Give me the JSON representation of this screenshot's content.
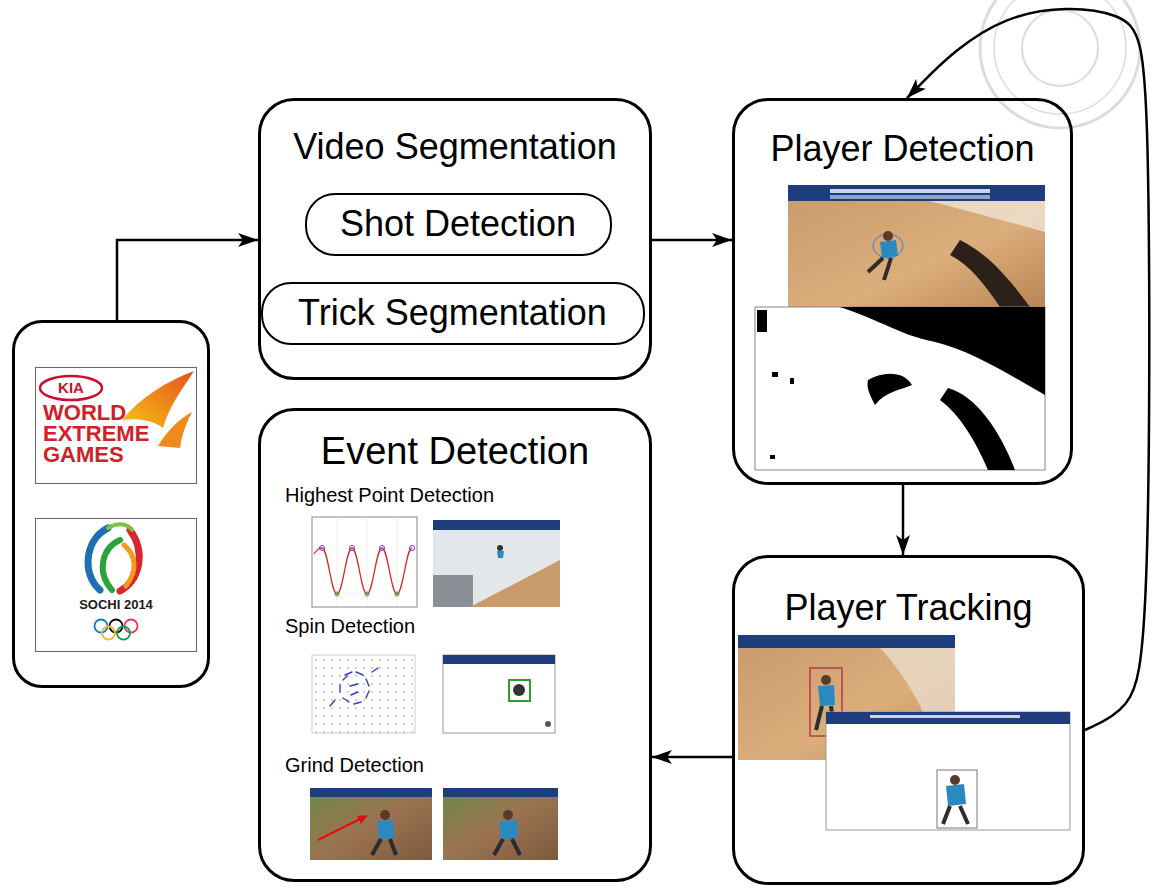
{
  "diagram": {
    "nodes": [
      {
        "text": []
      },
      {
        "text": [
          "KIA",
          "WORLD EXTREME GAMES"
        ],
        "in": 0
      },
      {
        "text": [
          "SOCHI 2014"
        ],
        "in": 0
      },
      {
        "text": [
          "Video Segmentation"
        ]
      },
      {
        "text": [
          "Shot Detection"
        ],
        "in": 3
      },
      {
        "text": [
          "Trick Segmentation"
        ],
        "in": 3
      },
      {
        "text": [
          "Player Detection"
        ]
      },
      {
        "text": [
          "Player Tracking"
        ]
      },
      {
        "text": [
          "Event Detection",
          "Highest Point Detection",
          "Spin Detection",
          "Grind Detection"
        ]
      }
    ],
    "edges": [
      {
        "from": 0,
        "to": 3,
        "arrow": "to"
      },
      {
        "from": 3,
        "to": 6,
        "arrow": "to"
      },
      {
        "from": 6,
        "to": 7,
        "arrow": "to"
      },
      {
        "from": 7,
        "to": 8,
        "arrow": "to"
      },
      {
        "from": 7,
        "to": 6,
        "arrow": "to"
      }
    ]
  }
}
